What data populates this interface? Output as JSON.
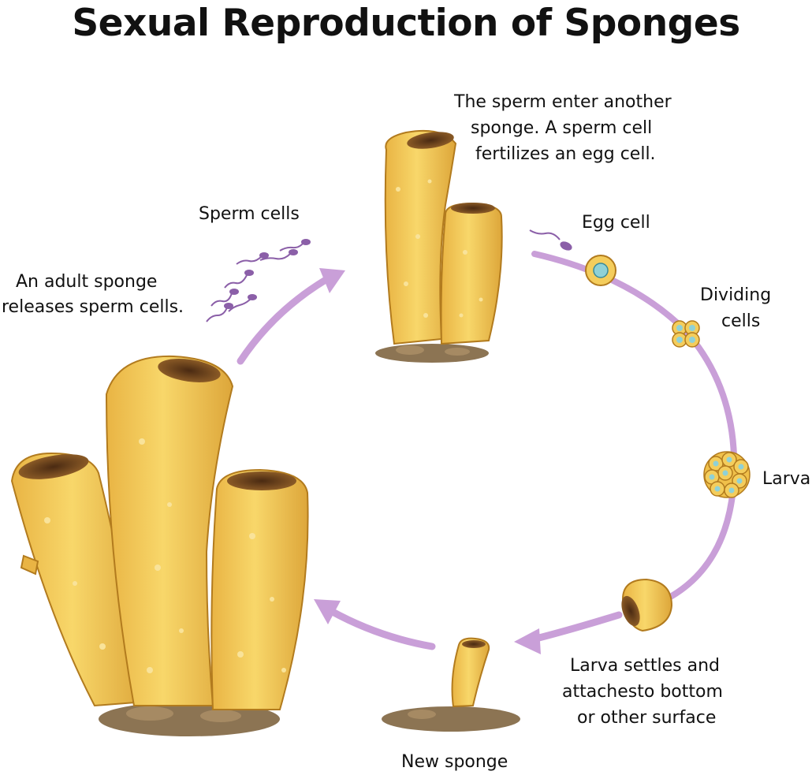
{
  "title": "Sexual Reproduction of Sponges",
  "labels": {
    "adult_release_line1": "An adult sponge",
    "adult_release_line2": "releases sperm cells.",
    "sperm_cells": "Sperm cells",
    "fertilize_line1": "The sperm enter another",
    "fertilize_line2": "sponge. A sperm cell",
    "fertilize_line3": "fertilizes an egg cell.",
    "egg_cell": "Egg cell",
    "dividing_line1": "Dividing",
    "dividing_line2": "cells",
    "larva": "Larva",
    "settle_line1": "Larva settles and",
    "settle_line2": "attachesto bottom",
    "settle_line3": "or other surface",
    "new_sponge": "New sponge"
  },
  "colors": {
    "arrow": "#c99fd8",
    "sponge_body": "#f4cd5c",
    "sponge_shade": "#d9a236",
    "sponge_outline": "#b27b1e",
    "rock": "#8c7453",
    "sperm": "#8b5fa8",
    "egg": "#8fd1d6"
  }
}
